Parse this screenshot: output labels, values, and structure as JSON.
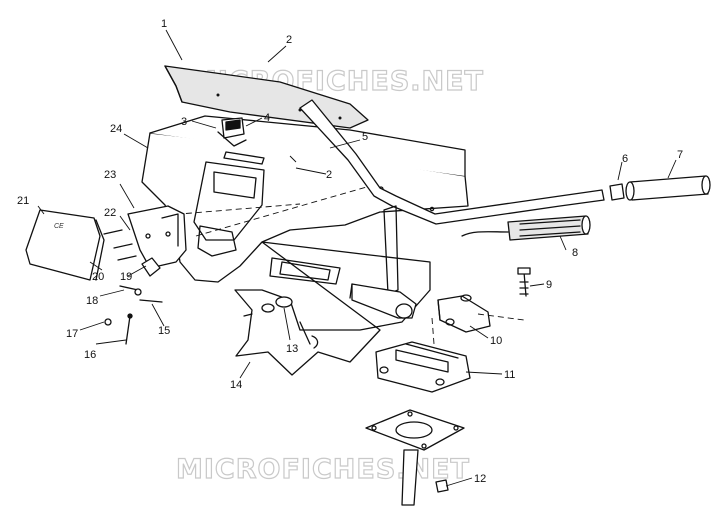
{
  "watermark": {
    "text": "MICROFICHES.NET"
  },
  "callouts": [
    "1",
    "2",
    "3",
    "4",
    "5",
    "6",
    "7",
    "8",
    "9",
    "10",
    "11",
    "12",
    "13",
    "14",
    "15",
    "16",
    "17",
    "18",
    "19",
    "20",
    "21",
    "22",
    "23",
    "24"
  ],
  "callout_two_repeat": "2",
  "deflector_tag": "CE"
}
